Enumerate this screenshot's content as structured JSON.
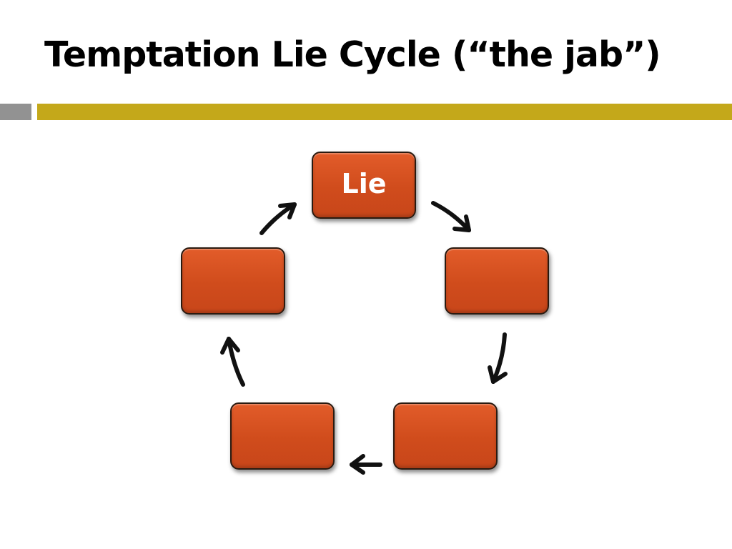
{
  "slide": {
    "title": "Temptation Lie Cycle (“the jab”)"
  },
  "cycle": {
    "nodes": [
      {
        "id": "top",
        "label": "Lie"
      },
      {
        "id": "right",
        "label": ""
      },
      {
        "id": "bottom-right",
        "label": ""
      },
      {
        "id": "bottom-left",
        "label": ""
      },
      {
        "id": "left",
        "label": ""
      }
    ]
  },
  "colors": {
    "node_fill": "#d04c1c",
    "accent_bar": "#c4a81a",
    "gray_bar": "#929292",
    "arrow": "#111111"
  }
}
